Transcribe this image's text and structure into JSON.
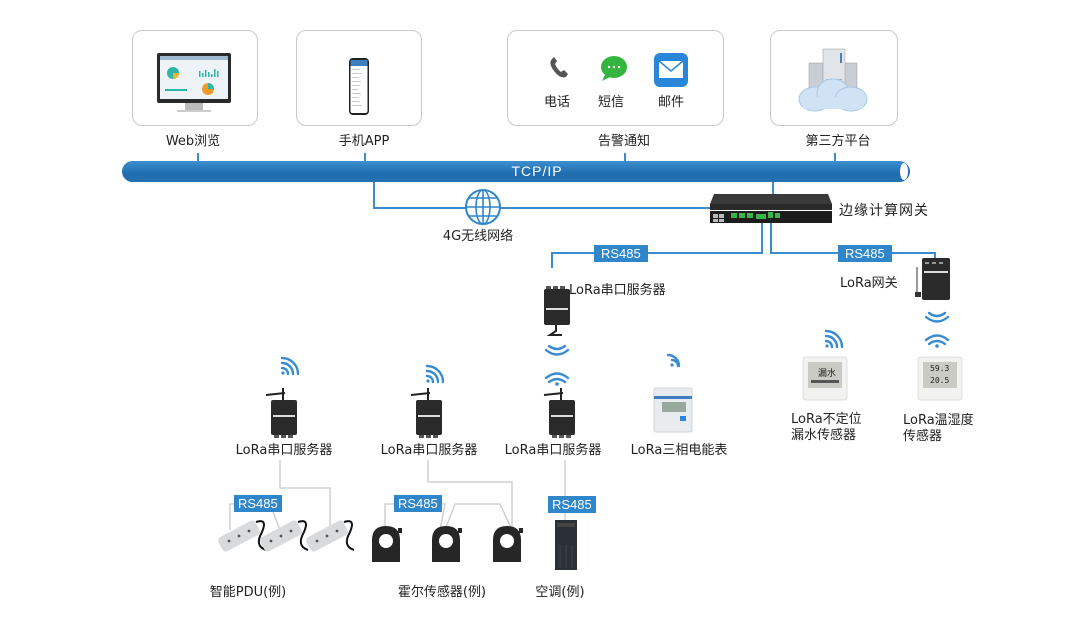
{
  "top_nodes": {
    "web": {
      "label": "Web浏览",
      "icon": "monitor-dashboard-icon"
    },
    "app": {
      "label": "手机APP",
      "icon": "smartphone-icon"
    },
    "alarm": {
      "label": "告警通知",
      "items": [
        {
          "label": "电话",
          "icon": "phone-icon"
        },
        {
          "label": "短信",
          "icon": "sms-chat-icon"
        },
        {
          "label": "邮件",
          "icon": "mail-icon"
        }
      ]
    },
    "platform": {
      "label": "第三方平台",
      "icon": "cloud-server-icon"
    }
  },
  "bus": {
    "label": "TCP/IP",
    "color": "#2272b5"
  },
  "network": {
    "label": "4G无线网络",
    "icon": "globe-icon"
  },
  "gateway": {
    "label": "边缘计算网关"
  },
  "protocol_tags": {
    "left": "RS485",
    "right": "RS485",
    "pdu": "RS485",
    "hall": "RS485",
    "ac": "RS485"
  },
  "lora_gateway": {
    "label": "LoRa网关"
  },
  "serial_server_top": {
    "label": "LoRa串口服务器"
  },
  "devices": {
    "serial_1": "LoRa串口服务器",
    "serial_2": "LoRa串口服务器",
    "serial_3": "LoRa串口服务器",
    "meter": "LoRa三相电能表",
    "leak": {
      "line1": "LoRa不定位",
      "line2": "漏水传感器",
      "display": "漏水"
    },
    "temp_hum": {
      "line1": "LoRa温湿度",
      "line2": "传感器",
      "display_top": "59.3",
      "display_bottom": "20.5"
    }
  },
  "endpoints": {
    "pdu": "智能PDU(例)",
    "hall": "霍尔传感器(例)",
    "ac": "空调(例)"
  },
  "colors": {
    "accent": "#2f86c8",
    "line": "#3a8ccf",
    "gray_line": "#d0d0d0"
  }
}
